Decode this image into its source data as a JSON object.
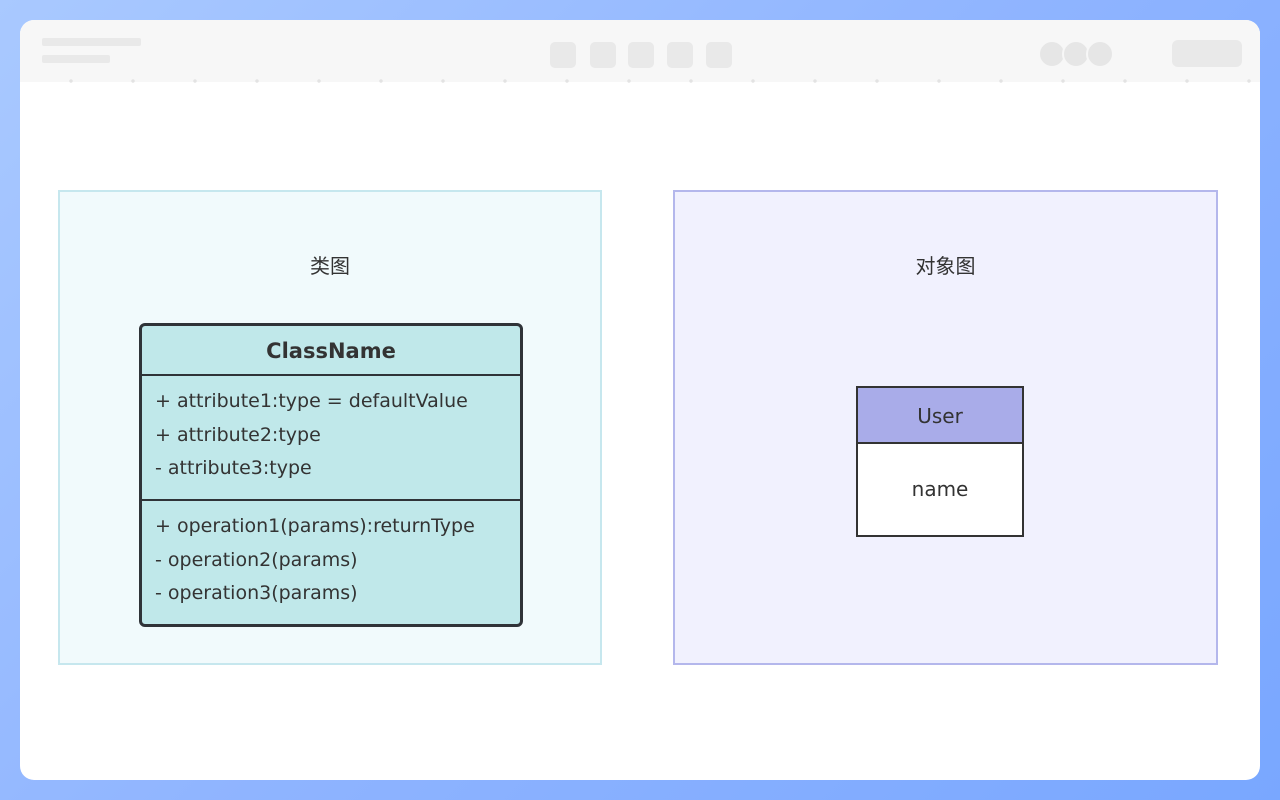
{
  "class_panel": {
    "title": "类图",
    "uml_class": {
      "name": "ClassName",
      "attributes": [
        "+ attribute1:type = defaultValue",
        "+ attribute2:type",
        "- attribute3:type"
      ],
      "operations": [
        "+ operation1(params):returnType",
        "- operation2(params)",
        "- operation3(params)"
      ]
    }
  },
  "object_panel": {
    "title": "对象图",
    "object": {
      "name": "User",
      "attribute": "name"
    }
  },
  "colors": {
    "class_fill": "#c0e8ea",
    "object_header_fill": "#a9ace9",
    "class_panel_bg": "#f1fafc",
    "object_panel_bg": "#f1f1fe"
  }
}
